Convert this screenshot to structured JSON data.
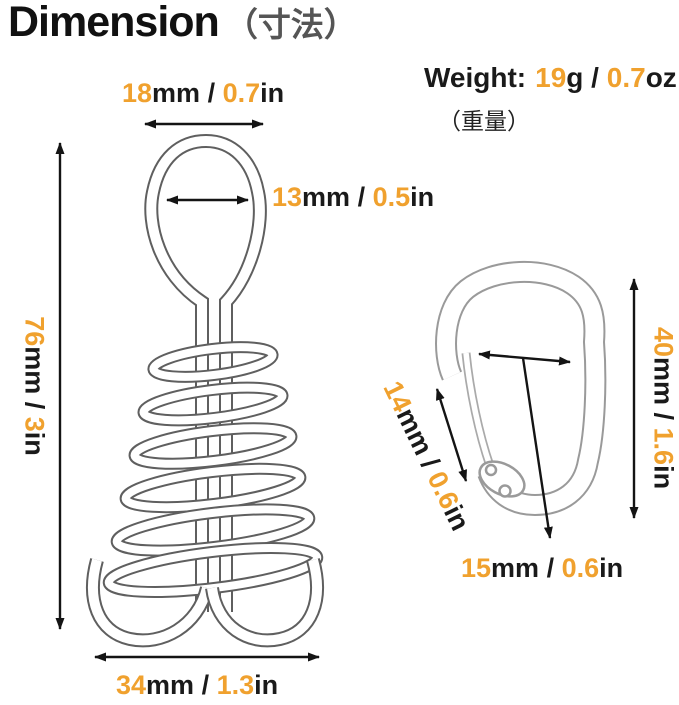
{
  "slash": " / ",
  "title": {
    "en": "Dimension",
    "jp": "（寸法）"
  },
  "weight": {
    "label": "Weight:",
    "num1": "19",
    "unit1": "g",
    "num2": "0.7",
    "unit2": "oz",
    "jp": "（重量）"
  },
  "dimensions": {
    "peg_top_width": {
      "num1": "18",
      "unit1": "mm",
      "num2": "0.7",
      "unit2": "in"
    },
    "peg_loop_inner": {
      "num1": "13",
      "unit1": "mm",
      "num2": "0.5",
      "unit2": "in"
    },
    "peg_height": {
      "num1": "76",
      "unit1": "mm",
      "num2": "3",
      "unit2": "in"
    },
    "peg_base_width": {
      "num1": "34",
      "unit1": "mm",
      "num2": "1.3",
      "unit2": "in"
    },
    "carabiner_height": {
      "num1": "40",
      "unit1": "mm",
      "num2": "1.6",
      "unit2": "in"
    },
    "carabiner_gate": {
      "num1": "14",
      "unit1": "mm",
      "num2": "0.6",
      "unit2": "in"
    },
    "carabiner_opening": {
      "num1": "15",
      "unit1": "mm",
      "num2": "0.6",
      "unit2": "in"
    }
  },
  "colors": {
    "accent_orange": "#F0A12E",
    "text_black": "#1a1a1a",
    "jp_gray": "#555555",
    "peg_line_gray": "#5f5f5f",
    "carabiner_line_gray": "#9a9a9a",
    "arrow_black": "#141414"
  },
  "illustrations": [
    "spiral-deck-peg",
    "carabiner-clip"
  ]
}
